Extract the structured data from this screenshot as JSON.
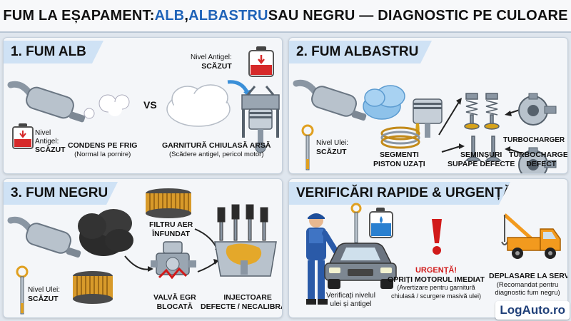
{
  "title": {
    "part1": "FUM LA EȘAPAMENT: ",
    "alb": "ALB",
    "sep1": ", ",
    "albastru": "ALBASTRU",
    "part2": " SAU NEGRU — DIAGNOSTIC PE CULOARE"
  },
  "panel1": {
    "title": "1. FUM ALB",
    "vs": "VS",
    "antigel_top_label": "Nivel Antigel:",
    "antigel_top_value": "SCĂZUT",
    "antigel_left_label_1": "Nivel",
    "antigel_left_label_2": "Antigel:",
    "antigel_left_value": "SCĂZUT",
    "condens_title": "CONDENS PE FRIG",
    "condens_sub": "(Normal la pornire)",
    "garnitura_title": "GARNITURĂ CHIULASĂ ARSĂ",
    "garnitura_sub": "(Scădere antigel, pericol motor)"
  },
  "panel2": {
    "title": "2. FUM ALBASTRU",
    "ulei_label": "Nivel Ulei:",
    "ulei_value": "SCĂZUT",
    "segmenti_1": "SEGMENTI",
    "segmenti_2": "PISTON UZAȚI",
    "seminisuri_1": "SEMINȘURI",
    "seminisuri_2": "SUPAPE DEFECTE",
    "turbo_1": "TURBOCHARGER",
    "turbo_2_1": "TURBOCHARGER",
    "turbo_2_2": "DEFECT"
  },
  "panel3": {
    "title": "3. FUM NEGRU",
    "filtru_1": "FILTRU AER",
    "filtru_2": "ÎNFUNDAT",
    "ulei_label": "Nivel Ulei:",
    "ulei_value": "SCĂZUT",
    "egr_1": "VALVĂ EGR",
    "egr_2": "BLOCATĂ",
    "injectoare_1": "INJECTOARE",
    "injectoare_2": "DEFECTE / NECALIBRATE"
  },
  "panel4": {
    "title": "VERIFICĂRI RAPIDE & URGENȚĂ",
    "verificati_1": "Verificați nivelul",
    "verificati_2": "ulei și antigel",
    "urgenta": "URGENȚĂ!",
    "opriti": "OPRIȚI MOTORUL IMEDIAT",
    "opriti_sub_1": "(Avertizare pentru garnitură",
    "opriti_sub_2": "chiulasă / scurgere masivă ulei)",
    "deplasare_1": "DEPLASARE LA SERVICE",
    "deplasare_2": "(Recomandat pentru",
    "deplasare_3": "diagnostic fum negru)"
  },
  "brand": "LogAuto.ro",
  "colors": {
    "accent_blue": "#1f63b8",
    "panel_header": "#cfe2f5",
    "danger_red": "#d11a1a",
    "tow_orange": "#f29a1e"
  }
}
